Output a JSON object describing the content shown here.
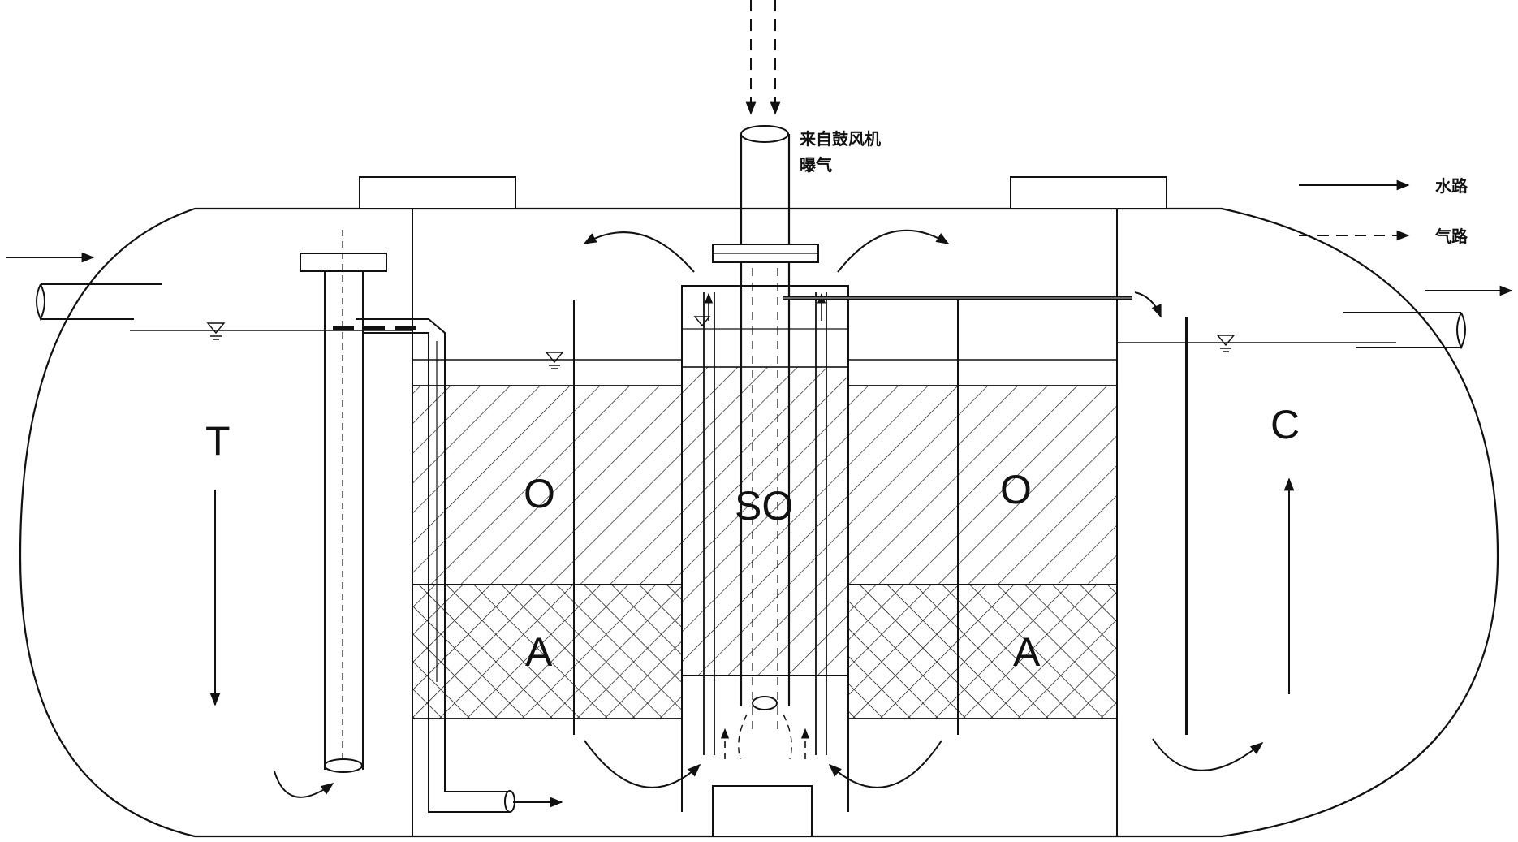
{
  "labels": {
    "zone_t": "T",
    "zone_c": "C",
    "zone_o_left": "O",
    "zone_o_right": "O",
    "zone_so": "SO",
    "zone_a_left": "A",
    "zone_a_right": "A",
    "blower_line1": "来自鼓风机",
    "blower_line2": "曝气"
  },
  "legend": {
    "water_label": "水路",
    "air_label": "气路"
  },
  "colors": {
    "stroke": "#111111",
    "background": "#ffffff"
  }
}
